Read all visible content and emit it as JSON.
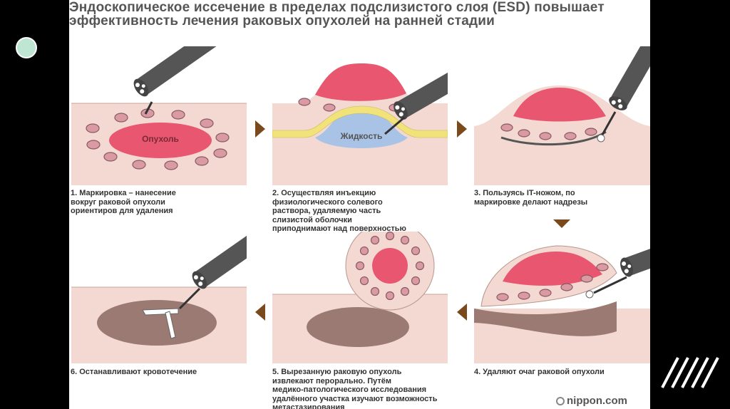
{
  "title": "Эндоскопическое иссечение в пределах подслизистого слоя (ESD) повышает эффективность лечения раковых опухолей на ранней стадии",
  "labels": {
    "tumor": "Опухоль",
    "liquid": "Жидкость"
  },
  "steps": [
    {
      "caption": "1. Маркировка – нанесение\nвокруг раковой опухоли\nориентиров для удаления"
    },
    {
      "caption": "2. Осуществляя инъекцию\nфизиологического солевого\nраствора, удаляемую часть\nслизистой оболочки\nприподнимают над поверхностью"
    },
    {
      "caption": "3. Пользуясь IT-ножом, по\nмаркировке делают надрезы"
    },
    {
      "caption": "4. Удаляют очаг раковой опухоли"
    },
    {
      "caption": "5. Вырезанную раковую опухоль\nизвлекают перорально. Путём\nмедико-патологического исследования\nудалённого участка изучают возможность\nметастазирования"
    },
    {
      "caption": "6. Останавливают кровотечение"
    }
  ],
  "watermark": "nippon.com",
  "colors": {
    "skin": "#f3d9d2",
    "tumor": "#e8566f",
    "marker": "#d99aa3",
    "liquid": "#a9c3e6",
    "yellow": "#f1e27a",
    "wound": "#9a7a72",
    "arrow": "#7a4a1c",
    "background": "#000000",
    "nav_circle": "#bfe5d3"
  },
  "icons": [
    "endoscope-icon",
    "nav-circle-icon",
    "stripes-icon",
    "nippon-logo-icon"
  ]
}
